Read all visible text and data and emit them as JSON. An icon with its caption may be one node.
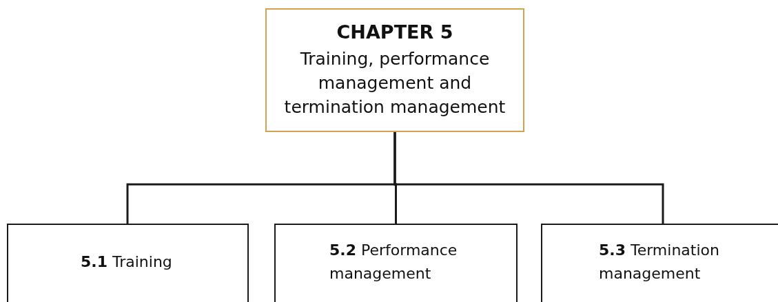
{
  "diagram": {
    "nodes": [
      {
        "text": [
          "CHAPTER 5",
          "Training, performance management and termination management"
        ]
      },
      {
        "text": [
          "**5.1** Training"
        ]
      },
      {
        "text": [
          "**5.2** Performance management"
        ]
      },
      {
        "text": [
          "**5.3** Termination management"
        ]
      }
    ],
    "edges": [
      {
        "from": 0,
        "to": 1,
        "arrow": "none"
      },
      {
        "from": 0,
        "to": 2,
        "arrow": "none"
      },
      {
        "from": 0,
        "to": 3,
        "arrow": "none"
      }
    ]
  }
}
